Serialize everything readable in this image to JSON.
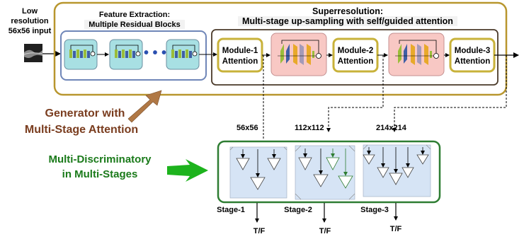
{
  "input": {
    "line1": "Low",
    "line2": "resolution",
    "line3": "56x56 input"
  },
  "feature_extraction": {
    "title": "Feature Extraction:",
    "subtitle": "Multiple Residual Blocks",
    "ellipsis": "• • •"
  },
  "superresolution": {
    "title": "Superresolution:",
    "subtitle": "Multi-stage up-sampling with self/guided attention"
  },
  "modules": [
    {
      "line1": "Module-1",
      "line2": "Attention"
    },
    {
      "line1": "Module-2",
      "line2": "Attention"
    },
    {
      "line1": "Module-3",
      "line2": "Attention"
    }
  ],
  "resolutions": [
    "56x56",
    "112x112",
    "214x214"
  ],
  "generator_label": {
    "line1": "Generator with",
    "line2": "Multi-Stage Attention"
  },
  "discriminator_label": {
    "line1": "Multi-Discriminatory",
    "line2": "in Multi-Stages"
  },
  "stages": [
    "Stage-1",
    "Stage-2",
    "Stage-3"
  ],
  "outputs": [
    "T/F",
    "T/F",
    "T/F"
  ],
  "colors": {
    "gold": "#b8962e",
    "blue_border": "#6f86b8",
    "green_border": "#2e7d32",
    "teal_block": "#a8e0e3",
    "pink_block": "#f8c8c4",
    "disc_fill": "#d6e4f5",
    "brown_arrow": "#b07845",
    "green_arrow": "#1db31d",
    "brown_text": "#7a3d1f",
    "green_text": "#1a7a1a"
  }
}
